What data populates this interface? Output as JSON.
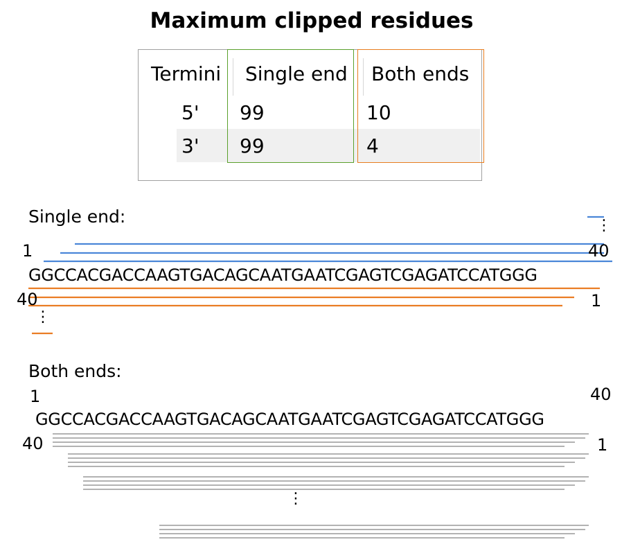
{
  "title": "Maximum clipped residues",
  "table": {
    "headers": [
      "Termini",
      "Single end",
      "Both ends"
    ],
    "rows": [
      {
        "termini": "5'",
        "single_end": "99",
        "both_ends": "10"
      },
      {
        "termini": "3'",
        "single_end": "99",
        "both_ends": "4"
      }
    ]
  },
  "single_end_panel": {
    "label": "Single end:",
    "sequence": "GGCCACGACCAAGTGACAGCAATGAATCGAGTCGAGATCCATGGG",
    "top_start": "1",
    "top_end": "40",
    "bottom_start": "40",
    "bottom_end": "1",
    "ellipsis": "⋮",
    "top_color": "#4a86d8",
    "bottom_color": "#ea7d24"
  },
  "both_ends_panel": {
    "label": "Both ends:",
    "sequence": "GGCCACGACCAAGTGACAGCAATGAATCGAGTCGAGATCCATGGG",
    "top_start": "1",
    "top_end": "40",
    "bottom_start": "40",
    "bottom_end": "1",
    "ellipsis": "⋮",
    "line_color": "#999999"
  }
}
